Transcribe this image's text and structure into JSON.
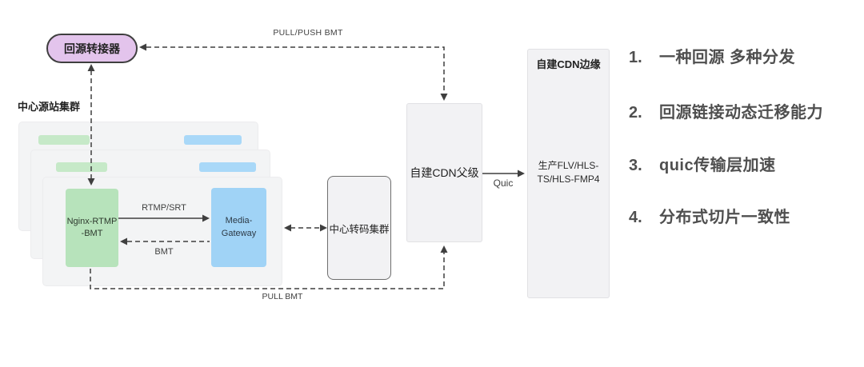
{
  "colors": {
    "pill": "#e3c4ec",
    "pill_border": "#3f3f3f",
    "green": "#b7e3bb",
    "green_light": "#c6e9c8",
    "blue": "#a0d3f6",
    "blue_light": "#a9d8f8",
    "panel": "#f3f4f5",
    "panel_border": "#ececee",
    "node_gray": "#f2f2f4",
    "node_gray_border": "#e1e1e4",
    "transcode_border": "#6f6f6f",
    "line": "#3f3f3f",
    "text_dark": "#222222",
    "text_note": "#4f4f4f"
  },
  "labels": {
    "origin_cluster": "中心源站集群"
  },
  "nodes": {
    "adapter": {
      "label": "回源转接器"
    },
    "nginx": {
      "line1": "Nginx-RTMP",
      "line2": "-BMT"
    },
    "media_gateway": {
      "line1": "Media-",
      "line2": "Gateway"
    },
    "transcode": {
      "label": "中心转码集群"
    },
    "cdn_parent": {
      "label": "自建CDN父级"
    },
    "cdn_edge": {
      "title": "自建CDN边缘",
      "body_line1": "生产FLV/HLS-",
      "body_line2": "TS/HLS-FMP4"
    }
  },
  "edges": {
    "pull_push_bmt": "PULL/PUSH BMT",
    "rtmp_srt": "RTMP/SRT",
    "bmt": "BMT",
    "quic": "Quic",
    "pull_bmt": "PULL BMT"
  },
  "notes": {
    "items": [
      {
        "num": "1.",
        "text": "一种回源 多种分发"
      },
      {
        "num": "2.",
        "text": "回源链接动态迁移能力"
      },
      {
        "num": "3.",
        "text": "quic传输层加速"
      },
      {
        "num": "4.",
        "text": "分布式切片一致性"
      }
    ]
  }
}
